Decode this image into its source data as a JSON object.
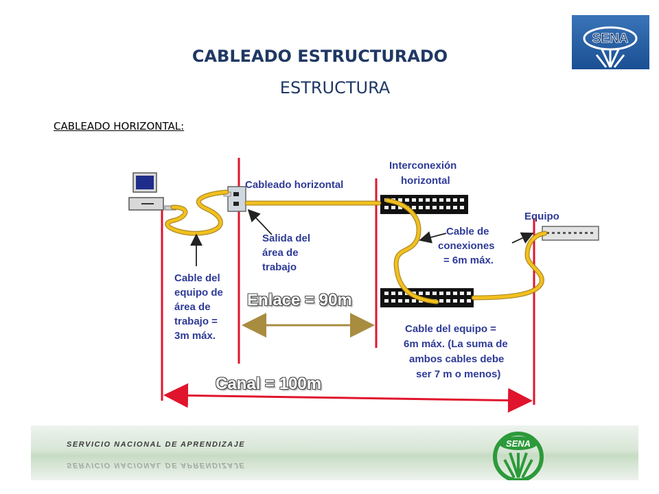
{
  "slide": {
    "title": "CABLEADO ESTRUCTURADO",
    "subtitle": "ESTRUCTURA",
    "section_label": "CABLEADO HORIZONTAL:"
  },
  "logo": {
    "text": "SENA"
  },
  "diagram": {
    "labels": {
      "horizontal_cabling": "Cableado horizontal",
      "interconnect_line1": "Interconexión",
      "interconnect_line2": "horizontal",
      "equipment": "Equipo",
      "outlet_line1": "Salida del",
      "outlet_line2": "área de",
      "outlet_line3": "trabajo",
      "patch_line1": "Cable de",
      "patch_line2": "conexiones",
      "patch_line3": "= 6m máx.",
      "wa_cable_line1": "Cable del",
      "wa_cable_line2": "equipo de",
      "wa_cable_line3": "área de",
      "wa_cable_line4": "trabajo =",
      "wa_cable_line5": "3m máx.",
      "eq_cable_line1": "Cable del equipo =",
      "eq_cable_line2": "6m máx.  (La suma de",
      "eq_cable_line3": "ambos cables debe",
      "eq_cable_line4": "ser  7 m o menos)",
      "link": "Enlace = 90m",
      "channel": "Canal = 100m"
    },
    "colors": {
      "boundary": "#e0142c",
      "cable": "#f2c01e",
      "text": "#2e3a97"
    }
  },
  "footer": {
    "text": "SERVICIO NACIONAL DE APRENDIZAJE",
    "logo_text": "SENA"
  }
}
